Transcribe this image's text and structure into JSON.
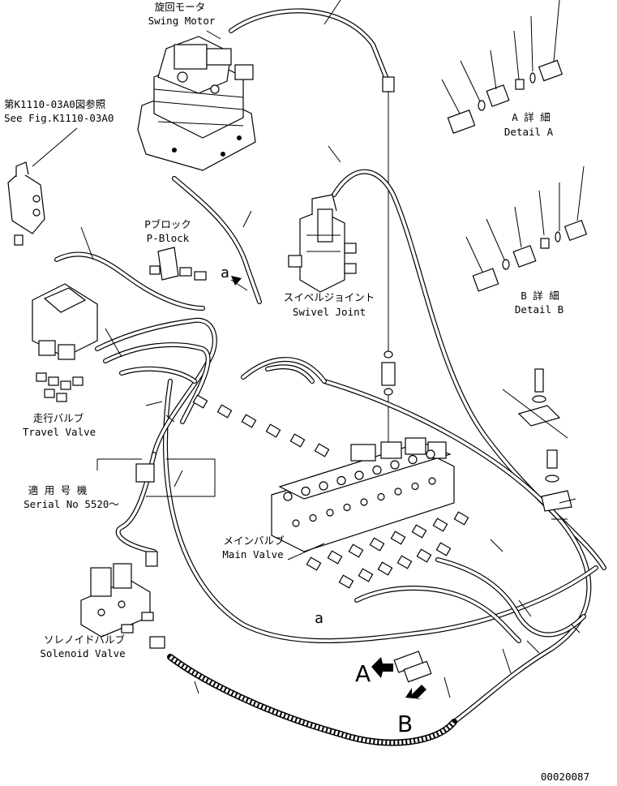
{
  "labels": {
    "swing_motor_jp": "旋回モータ",
    "swing_motor_en": "Swing Motor",
    "see_fig_jp": "第K1110-03A0図参照",
    "see_fig_en": "See Fig.K1110-03A0",
    "p_block_jp": "Pブロック",
    "p_block_en": "P-Block",
    "swivel_joint_jp": "スイベルジョイント",
    "swivel_joint_en": "Swivel Joint",
    "detail_a_jp": "A 詳 細",
    "detail_a_en": "Detail A",
    "detail_b_jp": "B 詳 細",
    "detail_b_en": "Detail B",
    "travel_valve_jp": "走行バルブ",
    "travel_valve_en": "Travel Valve",
    "serial_jp": "適 用 号 機",
    "serial_en": "Serial No 5520～",
    "main_valve_jp": "メインバルブ",
    "main_valve_en": "Main Valve",
    "solenoid_valve_jp": "ソレノイドバルブ",
    "solenoid_valve_en": "Solenoid Valve",
    "callout_a_upper": "a",
    "callout_a_lower": "a",
    "marker_a": "A",
    "marker_b": "B",
    "drawing_number": "00020087"
  }
}
